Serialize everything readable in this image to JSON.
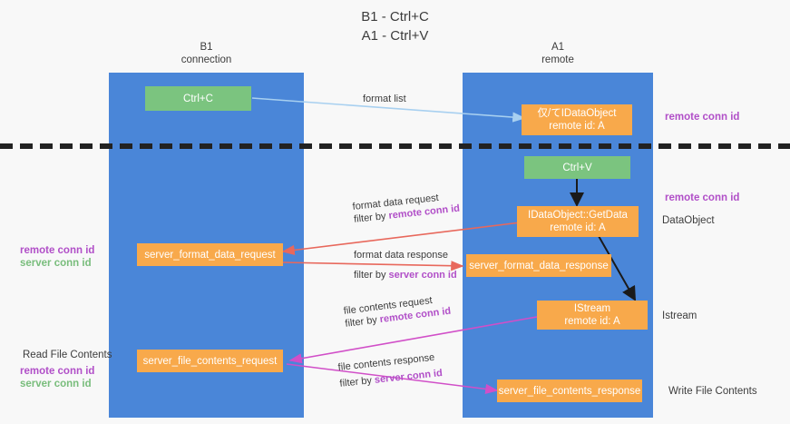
{
  "header": {
    "line1": "B1 - Ctrl+C",
    "line2": "A1 - Ctrl+V",
    "text": "B1 - Ctrl+C\nA1 - Ctrl+V"
  },
  "lanes": [
    {
      "id": "b1",
      "title": "B1\nconnection",
      "name": "B1",
      "role": "connection",
      "color": "#4a86d8"
    },
    {
      "id": "a1",
      "title": "A1\nremote",
      "name": "A1",
      "role": "remote",
      "color": "#4a86d8"
    }
  ],
  "nodes": [
    {
      "id": "ctrl-c",
      "label": "Ctrl+C",
      "color": "#7bc47f"
    },
    {
      "id": "idataobject",
      "label": "仅/てIDataObject\nremote id: A",
      "color": "#f8a94b"
    },
    {
      "id": "ctrl-v",
      "label": "Ctrl+V",
      "color": "#7bc47f"
    },
    {
      "id": "getdata",
      "label": "IDataObject::GetData\nremote id: A",
      "color": "#f8a94b"
    },
    {
      "id": "fmt-req",
      "label": "server_format_data_request",
      "color": "#f8a94b"
    },
    {
      "id": "fmt-resp",
      "label": "server_format_data_response",
      "color": "#f8a94b"
    },
    {
      "id": "istream",
      "label": "IStream\nremote id: A",
      "color": "#f8a94b"
    },
    {
      "id": "file-req",
      "label": "server_file_contents_request",
      "color": "#f8a94b"
    },
    {
      "id": "file-resp",
      "label": "server_file_contents_response",
      "color": "#f8a94b"
    }
  ],
  "edge_labels": [
    {
      "id": "format-list",
      "text": "format list",
      "filter": ""
    },
    {
      "id": "format-data-request",
      "text": "format data request",
      "filter_prefix": "filter by ",
      "filter": "remote conn id"
    },
    {
      "id": "format-data-response",
      "text": "format data response",
      "filter_prefix": "filter by ",
      "filter": "server conn id"
    },
    {
      "id": "file-contents-request",
      "text": "file contents request",
      "filter_prefix": "filter by ",
      "filter": "remote conn id"
    },
    {
      "id": "file-contents-response",
      "text": "file contents response",
      "filter_prefix": "filter by ",
      "filter": "server conn id"
    }
  ],
  "annotations": {
    "right_top_conn": "remote conn id",
    "right_mid_conn": "remote conn id",
    "dataobject": "DataObject",
    "istream": "Istream",
    "write_file_contents": "Write File Contents",
    "left_mid_remote": "remote conn id",
    "left_mid_server": "server conn id",
    "read_file_contents": "Read File Contents",
    "left_bot_remote": "remote conn id",
    "left_bot_server": "server conn id"
  },
  "colors": {
    "lane": "#4a86d8",
    "node_green": "#7bc47f",
    "node_orange": "#f8a94b",
    "purple": "#b14fc8",
    "green_text": "#79bd7c",
    "arrow_blue": "#a8d0f0",
    "arrow_red": "#e8685c",
    "arrow_magenta": "#d14fc8",
    "arrow_black": "#1a1a1a",
    "background": "#f8f8f8"
  }
}
